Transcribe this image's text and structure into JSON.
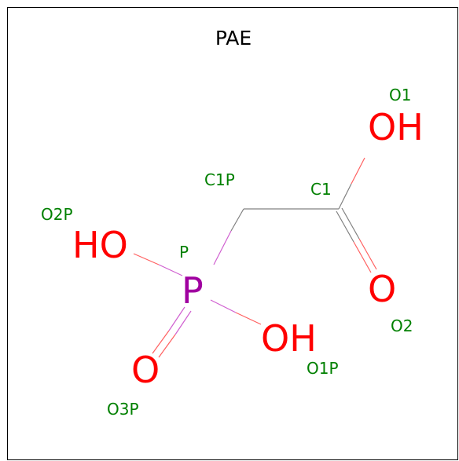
{
  "title": "PAE",
  "colors": {
    "oxygen": "#ff0000",
    "phosphorus": "#a000a0",
    "atom_label": "#008000",
    "bond_c": "#808080",
    "bond_p": "#d060d0",
    "bond_o": "#ff6060",
    "title": "#000000"
  },
  "atoms": [
    {
      "id": "O1",
      "element": "OH",
      "atom_name": "O1"
    },
    {
      "id": "C1",
      "element": "",
      "atom_name": "C1"
    },
    {
      "id": "C1P",
      "element": "",
      "atom_name": "C1P"
    },
    {
      "id": "O2",
      "element": "O",
      "atom_name": "O2"
    },
    {
      "id": "P",
      "element": "P",
      "atom_name": "P"
    },
    {
      "id": "O2P",
      "element": "HO",
      "atom_name": "O2P"
    },
    {
      "id": "O1P",
      "element": "OH",
      "atom_name": "O1P"
    },
    {
      "id": "O3P",
      "element": "O",
      "atom_name": "O3P"
    }
  ]
}
